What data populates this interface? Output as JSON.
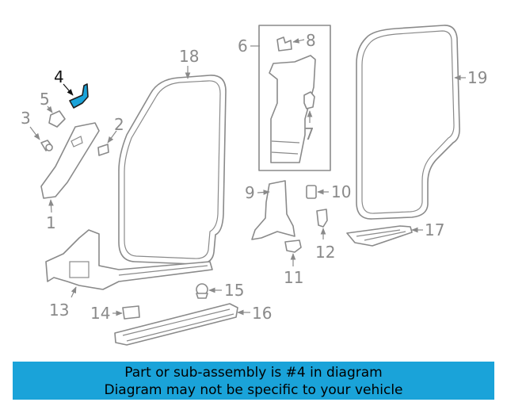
{
  "diagram": {
    "highlighted_part": "4",
    "callouts": {
      "c1": "1",
      "c2": "2",
      "c3": "3",
      "c4": "4",
      "c5": "5",
      "c6": "6",
      "c7": "7",
      "c8": "8",
      "c9": "9",
      "c10": "10",
      "c11": "11",
      "c12": "12",
      "c13": "13",
      "c14": "14",
      "c15": "15",
      "c16": "16",
      "c17": "17",
      "c18": "18",
      "c19": "19"
    }
  },
  "banner": {
    "line1": "Part or sub-assembly is #4 in diagram",
    "line2": "Diagram may not be specific to your vehicle"
  },
  "colors": {
    "highlight": "#1aa3d9",
    "line": "#8a8a8a",
    "banner": "#1aa3d9"
  }
}
